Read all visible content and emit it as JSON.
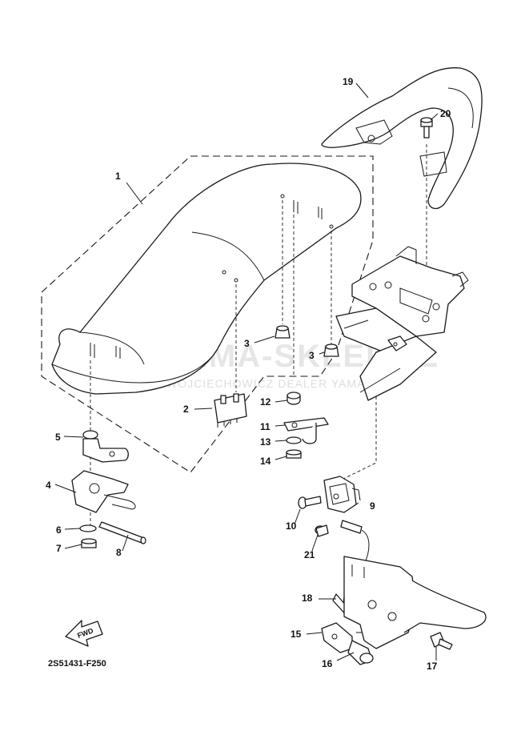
{
  "watermark": {
    "main": "YAMA-SKLEP.PL",
    "sub": "WOJCIECHOWICZ DEALER YAMAHA"
  },
  "diagram_code": "2S51431-F250",
  "fwd_label": "FWD",
  "callouts": [
    {
      "id": "1",
      "label": "1"
    },
    {
      "id": "2",
      "label": "2"
    },
    {
      "id": "3a",
      "label": "3"
    },
    {
      "id": "3b",
      "label": "3"
    },
    {
      "id": "4",
      "label": "4"
    },
    {
      "id": "5",
      "label": "5"
    },
    {
      "id": "6",
      "label": "6"
    },
    {
      "id": "7",
      "label": "7"
    },
    {
      "id": "8",
      "label": "8"
    },
    {
      "id": "9",
      "label": "9"
    },
    {
      "id": "10",
      "label": "10"
    },
    {
      "id": "11",
      "label": "11"
    },
    {
      "id": "12",
      "label": "12"
    },
    {
      "id": "13",
      "label": "13"
    },
    {
      "id": "14",
      "label": "14"
    },
    {
      "id": "15",
      "label": "15"
    },
    {
      "id": "16",
      "label": "16"
    },
    {
      "id": "17",
      "label": "17"
    },
    {
      "id": "18",
      "label": "18"
    },
    {
      "id": "19",
      "label": "19"
    },
    {
      "id": "20",
      "label": "20"
    },
    {
      "id": "21",
      "label": "21"
    }
  ],
  "colors": {
    "line": "#1a1a1a",
    "watermark_logo": "#e8a0a0",
    "watermark_text": "#e6e6e6"
  }
}
